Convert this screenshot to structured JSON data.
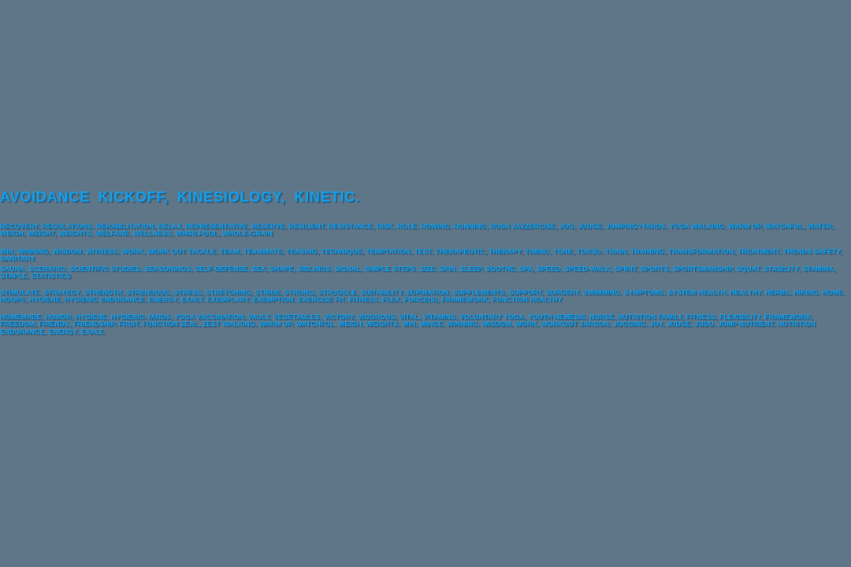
{
  "colors": {
    "background": "#5e7687",
    "text_accent_blue": "#189de4",
    "text_shadow_blue": "#1a6396"
  },
  "content": {
    "heading": "AVOIDANCE KICKOFF, KINESIOLOGY, KINETIC.",
    "paragraphs": [
      "RECOVERY, REGULATIONS, REHABILITATION, RELAX, REPRESENTATIVE, RESERVE, RESILIENT, RESISTANCE, RISK, ROLE, ROWING, RUNNING, RUSH JAZZERCISE, JOG, JUDGE, JUMPING?YARDS, YOGA WALKING, WARM UP, WATCHFUL, WATER, WEIGH, WEIGHT, WEIGHTS, WELFARE, WELLNESS, WHIRLPOOL, WHOLE-GRAIN",
      "WIN, WINNING, WISDOM, WITNESS, WORK, WORK OUT TACKLE, TEAM, TEAMMATE, TEASING, TECHNIQUE, TEMPTATION, TEST, THERAPEUTIC, THERAPY, TIMING, TONE, TORSO, TRAIN, TRAINING, TRANSFORMATION, TREATMENT, TRENDS SAFETY, SANITARY.",
      "SAUNA, SCENARIO, SCIENTIFIC STUDIES, SEASONINGS, SELF-DEFENSE, SEX, SHAPE, SIBLINGS, SIGNAL, SIMPLE STEPS, SIZE, SKIN, SLEEP, SOOTHE, SPA, SPEED, SPEED-WALK, SPIRIT, SPORTS, SPORTSMANSHIP, SQUAT, STABILITY, STAMINA, STAPLE, STATISTICS",
      "STIMULATE, STRATEGY, STRENGTH, STRENUOUS, STRESS, STRETCHING, STRIDE, STRONG, STRUGGLE, SUITABILITY, SUPINATION, SUPPLEMENTS, SUPPORT, SURGERY, SWIMMING, SYMPTOMS, SYSTEM HEALTH, HEALTHY, HERBS, HIKING, HOME, HOOPS, HYGIENE, HYGIENIC ENDURANCE, ENERGY, EXALT. EXEMPLARY, EXEMPTION, EXERCISE FIT, FITNESS, FLEX, FORCE(S), FRAMEWORK, FUNCTION HEALTHY",
      "HOMEMADE, HUMOR, HYGIENE, HYGIENIC-YARDS, YOGA VACCINATION, VAULT, VEGETABLES, VICTORY, VIGOROUS, VITAL, VITAMINS, VOLUNTARY YOGA, YOUTH NEMESIS, NURSE, NUTRITION FAMILY, FITNESS, FLEXIBILITY, FRAMEWORK, FREEDOM, FRIENDS, FRIENDSHIP, FRUIT, FUNCTION ZEAL, ZEST WALKING, WARM UP, WATCHFUL, WEIGH, WEIGHTS, WIN, WINCE, WINNING, WISDOM, WORK, WORKOUT JARGON, JOGGING, JOY, JUDGE, JUDO, JUMP NUTRIENT, NUTRITION ENDURANCE, ENERGY, EXALT."
    ]
  }
}
